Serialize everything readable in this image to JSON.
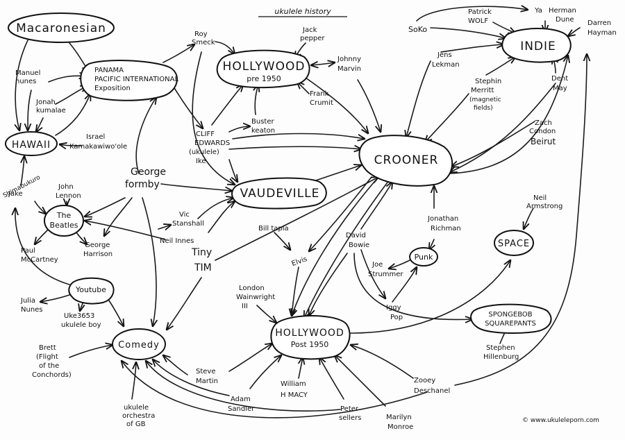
{
  "title": "ukulele history",
  "copyright": "© www.ukuleleporn.com",
  "hubs": {
    "macaronesian": "Macaronesian",
    "hawaii": "HAWAII",
    "panama_1": "PANAMA",
    "panama_2": "PACIFIC INTERNATIONAL",
    "panama_3": "Exposition",
    "hollywood_pre": "HOLLYWOOD",
    "hollywood_pre_sub": "pre 1950",
    "vaudeville": "VAUDEVILLE",
    "crooner": "CROONER",
    "indie": "INDIE",
    "beatles_1": "The",
    "beatles_2": "Beatles",
    "youtube": "Youtube",
    "comedy": "Comedy",
    "hollywood_post": "HOLLYWOOD",
    "hollywood_post_sub": "Post 1950",
    "punk": "Punk",
    "space": "SPACE",
    "spongebob_1": "SPONGEBOB",
    "spongebob_2": "SQUAREPANTS"
  },
  "people": {
    "manuel_1": "Manuel",
    "manuel_2": "nunes",
    "jonah_1": "Jonah",
    "jonah_2": "kumalae",
    "israel_1": "Israel",
    "israel_2": "Kamakawiwo'ole",
    "roy_1": "Roy",
    "roy_2": "Smeck",
    "jack_1": "Jack",
    "jack_2": "pepper",
    "johnny_1": "Johnny",
    "johnny_2": "Marvin",
    "frank_1": "Frank",
    "frank_2": "Crumit",
    "buster_1": "Buster",
    "buster_2": "keaton",
    "cliff_1": "CLIFF",
    "cliff_2": "EDWARDS",
    "cliff_3": "(ukulele)",
    "cliff_4": "Ike",
    "george_1": "George",
    "george_2": "formby",
    "john_1": "John",
    "john_2": "Lennon",
    "jake_1": "Jake",
    "jake_2": "Shimabukuro",
    "paul_1": "Paul",
    "paul_2": "McCartney",
    "george_h_1": "George",
    "george_h_2": "Harrison",
    "vic_1": "Vic",
    "vic_2": "Stanshall",
    "neil_innes": "Neil Innes",
    "tiny_1": "Tiny",
    "tiny_2": "TIM",
    "bill_tapia": "Bill tapia",
    "elvis": "Elvis",
    "david_1": "David",
    "david_2": "Bowie",
    "julia_1": "Julia",
    "julia_2": "Nunes",
    "uke_1": "Uke3653",
    "uke_2": "ukulele boy",
    "london_1": "London",
    "london_2": "Wainwright",
    "london_3": "III",
    "brett_1": "Brett",
    "brett_2": "(Flight",
    "brett_3": "of the",
    "brett_4": "Conchords)",
    "orchestra_1": "ukulele",
    "orchestra_2": "orchestra",
    "orchestra_3": "of GB",
    "steve_1": "Steve",
    "steve_2": "Martin",
    "adam_1": "Adam",
    "adam_2": "Sandler",
    "william_1": "William",
    "william_2": "H MACY",
    "peter_1": "Peter",
    "peter_2": "sellers",
    "marilyn_1": "Marilyn",
    "marilyn_2": "Monroe",
    "zooey_1": "Zooey",
    "zooey_2": "Deschanel",
    "stephen_h_1": "Stephen",
    "stephen_h_2": "Hillenburg",
    "neil_a_1": "Neil",
    "neil_a_2": "Armstrong",
    "jonathan_1": "Jonathan",
    "jonathan_2": "Richman",
    "joe_1": "Joe",
    "joe_2": "Strummer",
    "iggy_1": "Iggy",
    "iggy_2": "Pop",
    "zach_1": "Zach",
    "zach_2": "Condon",
    "zach_3": "Beirut",
    "dent_1": "Dent",
    "dent_2": "May",
    "stephin_1": "Stephin",
    "stephin_2": "Merritt",
    "stephin_3": "(magnetic",
    "stephin_4": "fields)",
    "jens_1": "Jens",
    "jens_2": "Lekman",
    "soko": "SoKo",
    "patrick_1": "Patrick",
    "patrick_2": "WOLF",
    "herman_1": "Ya",
    "herman_2": "Herman",
    "herman_3": "Dune",
    "darren_1": "Darren",
    "darren_2": "Hayman"
  }
}
